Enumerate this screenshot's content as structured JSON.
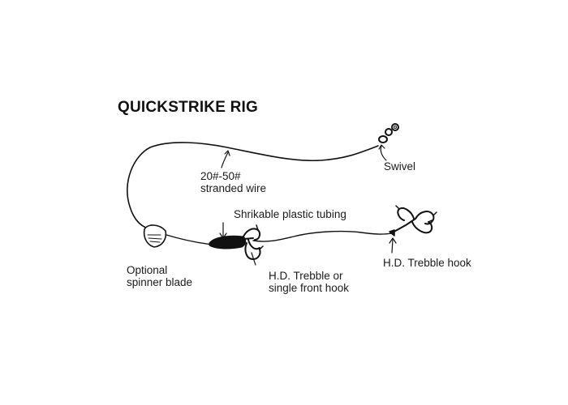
{
  "diagram": {
    "title": "QUICKSTRIKE RIG",
    "labels": {
      "swivel": "Swivel",
      "wire_line1": "20#-50#",
      "wire_line2": "stranded wire",
      "tubing": "Shrikable plastic tubing",
      "spinner_line1": "Optional",
      "spinner_line2": "spinner blade",
      "front_hook_line1": "H.D. Trebble or",
      "front_hook_line2": "single front hook",
      "rear_hook": "H.D. Trebble hook"
    },
    "colors": {
      "ink": "#111111",
      "background": "#ffffff"
    }
  }
}
